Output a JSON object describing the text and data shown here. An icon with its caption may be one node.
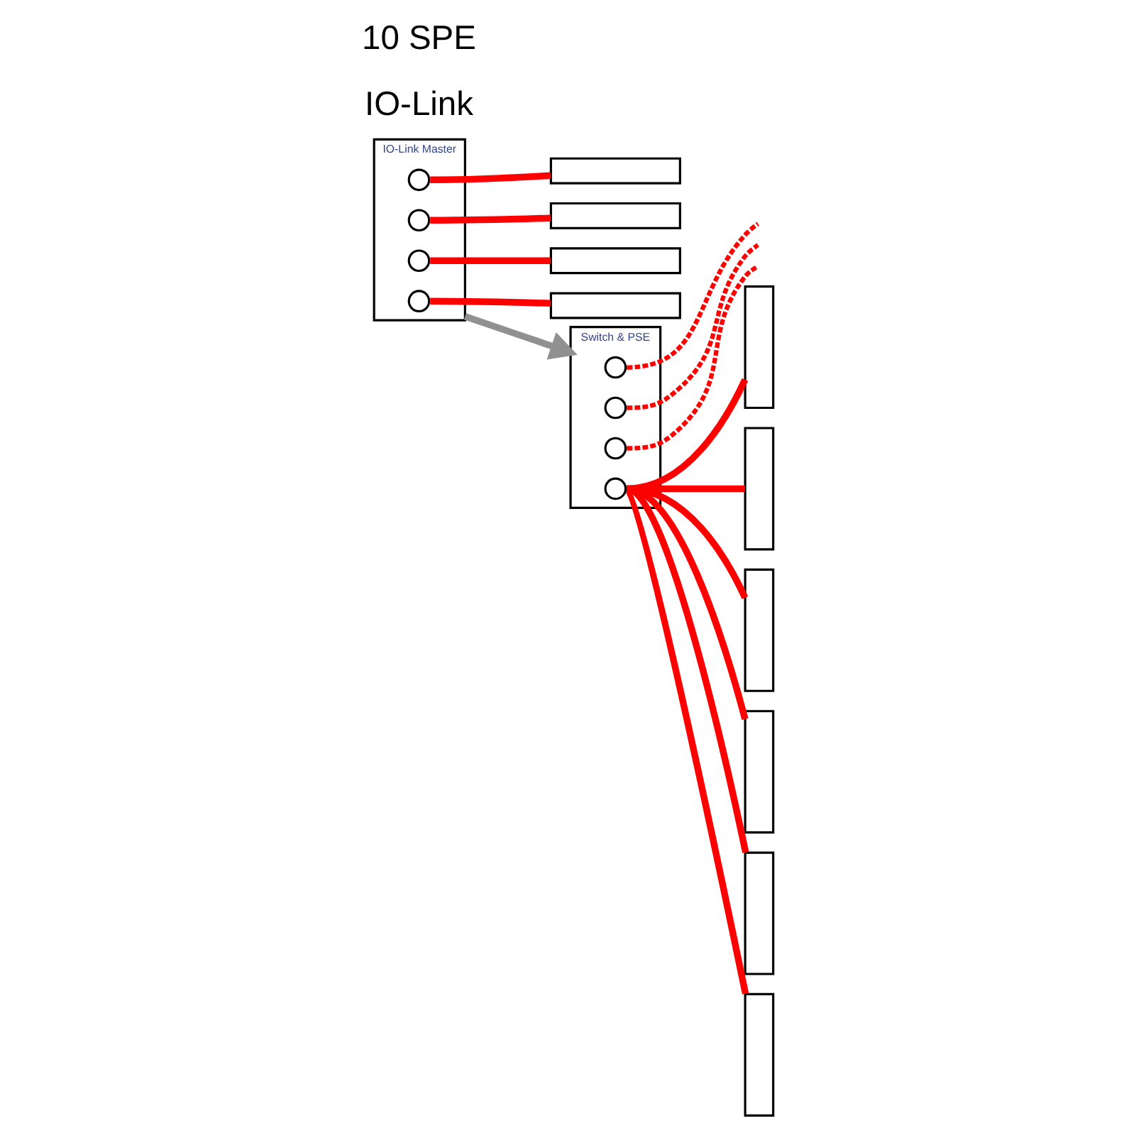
{
  "diagram": {
    "nodes": [
      {
        "text": [
          "IO-Link Master"
        ]
      },
      {
        "text": [],
        "shape": "circle",
        "in": 0
      },
      {
        "text": [],
        "shape": "circle",
        "in": 0
      },
      {
        "text": [],
        "shape": "circle",
        "in": 0
      },
      {
        "text": [],
        "shape": "circle",
        "in": 0
      },
      {
        "text": [],
        "shape": "box"
      },
      {
        "text": [],
        "shape": "box"
      },
      {
        "text": [],
        "shape": "box"
      },
      {
        "text": [],
        "shape": "box"
      },
      {
        "text": [
          "Switch & PSE"
        ]
      },
      {
        "text": [],
        "shape": "circle",
        "in": 9
      },
      {
        "text": [],
        "shape": "circle",
        "in": 9
      },
      {
        "text": [],
        "shape": "circle",
        "in": 9
      },
      {
        "text": [],
        "shape": "circle",
        "in": 9
      },
      {
        "text": [],
        "shape": "box"
      },
      {
        "text": [],
        "shape": "box"
      },
      {
        "text": [],
        "shape": "box"
      },
      {
        "text": [],
        "shape": "box"
      },
      {
        "text": [],
        "shape": "box"
      },
      {
        "text": [],
        "shape": "box"
      }
    ],
    "edges": [
      {
        "from": 1,
        "to": 5,
        "arrow": "none"
      },
      {
        "from": 2,
        "to": 6,
        "arrow": "none"
      },
      {
        "from": 3,
        "to": 7,
        "arrow": "none"
      },
      {
        "from": 4,
        "to": 8,
        "arrow": "none"
      },
      {
        "from": 0,
        "to": 9,
        "arrow": "to",
        "color": "#909090"
      },
      {
        "from": 10,
        "to": null,
        "arrow": "none",
        "style": "dashed"
      },
      {
        "from": 11,
        "to": null,
        "arrow": "none",
        "style": "dashed"
      },
      {
        "from": 12,
        "to": null,
        "arrow": "none",
        "style": "dashed"
      },
      {
        "from": 13,
        "to": 14,
        "arrow": "none"
      },
      {
        "from": 13,
        "to": 15,
        "arrow": "none"
      },
      {
        "from": 13,
        "to": 16,
        "arrow": "none"
      },
      {
        "from": 13,
        "to": 17,
        "arrow": "none"
      },
      {
        "from": 13,
        "to": 18,
        "arrow": "none"
      },
      {
        "from": 13,
        "to": 19,
        "arrow": "none"
      }
    ],
    "labels": [
      "IO-Link",
      "10 SPE"
    ]
  }
}
